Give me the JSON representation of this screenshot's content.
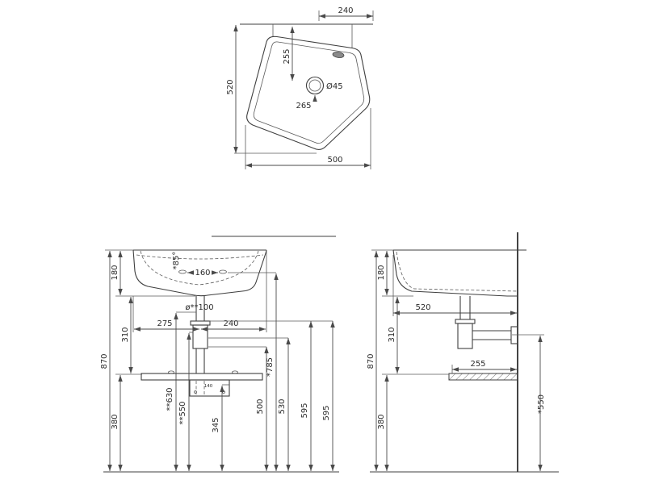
{
  "top_view": {
    "dim_240": "240",
    "dim_255": "255",
    "drain_diameter": "Ø45",
    "dim_265": "265",
    "overall_depth": "520",
    "overall_width": "500"
  },
  "front_view": {
    "basin_height": "180",
    "overall_height": "870",
    "mid_height": "310",
    "lower_height": "380",
    "tap_hole_note": "*85°",
    "tap_hole_spacing": "160",
    "drain_pipe_note": "ø**100",
    "left_to_drain": "275",
    "drain_to_right": "240",
    "dim_630": "**630",
    "dim_550": "**550",
    "dim_345": "345",
    "dim_785": "*785",
    "dim_500": "500",
    "dim_530": "530",
    "dim_595_a": "595",
    "dim_595_b": "595",
    "bracket_note": "140"
  },
  "side_view": {
    "basin_height": "180",
    "overall_height": "870",
    "mid_height": "310",
    "lower_height": "380",
    "basin_depth": "520",
    "shelf_depth": "255",
    "trap_height": "*550"
  }
}
